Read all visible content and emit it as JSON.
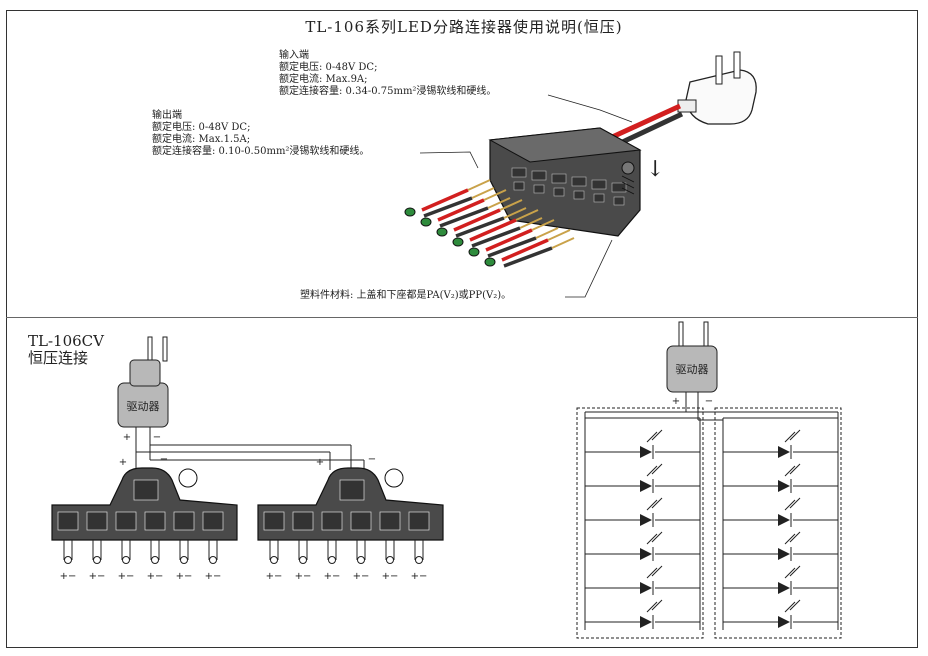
{
  "title": "TL-106系列LED分路连接器使用说明(恒压)",
  "input_spec": {
    "heading": "输入端",
    "voltage": "额定电压: 0-48V DC;",
    "current": "额定电流: Max.9A;",
    "wire": "额定连接容量: 0.34-0.75mm²浸锡软线和硬线。"
  },
  "output_spec": {
    "heading": "输出端",
    "voltage": "额定电压: 0-48V DC;",
    "current": "额定电流: Max.1.5A;",
    "wire": "额定连接容量: 0.10-0.50mm²浸锡软线和硬线。"
  },
  "material_note": "塑料件材料: 上盖和下座都是PA(V₂)或PP(V₂)。",
  "arrow_glyph": "↓",
  "section": {
    "model": "TL-106CV",
    "subtitle": "恒压连接"
  },
  "driver_label": "驱动器",
  "polarity": {
    "plus": "+",
    "minus": "−",
    "pair": "+−"
  },
  "colors": {
    "outline": "#222222",
    "connector_fill": "#4a4a4a",
    "driver_fill": "#b8b8b8",
    "led_fill": "#2e8b3c",
    "wire_red": "#d21f1f"
  }
}
